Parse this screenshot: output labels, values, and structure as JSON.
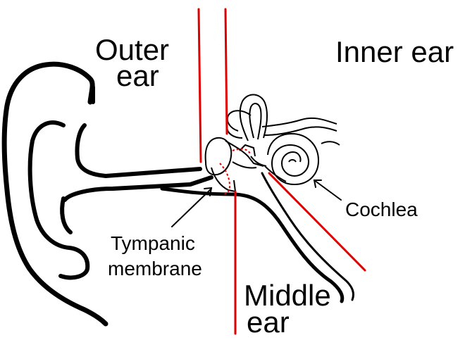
{
  "labels": {
    "outer_ear_line1": "Outer",
    "outer_ear_line2": "ear",
    "inner_ear": "Inner ear",
    "middle_ear_line1": "Middle",
    "middle_ear_line2": "ear",
    "tympanic_line1": "Tympanic",
    "tympanic_line2": "membrane",
    "cochlea": "Cochlea"
  },
  "colors": {
    "background": "#ffffff",
    "outline": "#000000",
    "boundary": "#e00000"
  }
}
